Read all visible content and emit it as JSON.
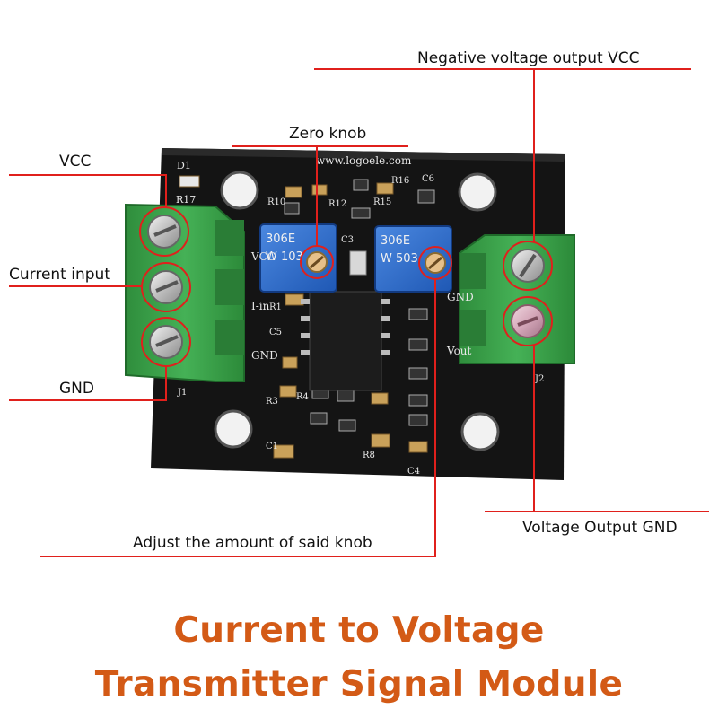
{
  "callouts": {
    "vcc": "VCC",
    "current_input": "Current input",
    "gnd": "GND",
    "zero_knob": "Zero knob",
    "negative_voltage_output_vcc": "Negative voltage output VCC",
    "voltage_output_gnd": "Voltage Output GND",
    "adjust_knob": "Adjust the amount of said knob"
  },
  "board_silkscreen": {
    "website": "www.logoele.com",
    "pot_left": "306E",
    "pot_left_sub": "W 103",
    "pot_right": "306E",
    "pot_right_sub": "W 503",
    "d1": "D1",
    "r17": "R17",
    "r16": "R16",
    "c6": "C6",
    "c3": "C3",
    "c5": "C5",
    "c1": "C1",
    "c4": "C4",
    "r1": "R1",
    "r3": "R3",
    "r4": "R4",
    "r8": "R8",
    "r10": "R10",
    "r12": "R12",
    "r15": "R15",
    "j1": "J1",
    "j2": "J2",
    "vcc_pad": "VCC",
    "i_in": "I-in",
    "gnd_pad": "GND",
    "vout": "Vout",
    "gnd_out": "GND"
  },
  "title": {
    "line1": "Current to Voltage",
    "line2": "Transmitter Signal Module"
  },
  "colors": {
    "title": "#d35a16",
    "callout_line": "#e0201c",
    "pcb": "#141414",
    "terminal": "#3aa44a",
    "potentiometer": "#2f6fd0"
  }
}
